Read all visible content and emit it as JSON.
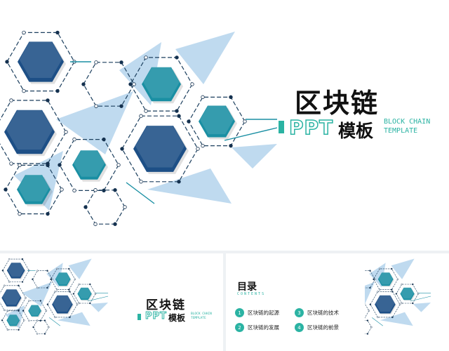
{
  "hero": {
    "title": "区块链",
    "ppt": "PPT",
    "template_cn": "模板",
    "eng_line1": "BLOCK CHAIN",
    "eng_line2": "TEMPLATE"
  },
  "thumb_cover": {
    "title": "区块链",
    "ppt": "PPT",
    "template_cn": "模板",
    "eng_line1": "BLOCK CHAIN",
    "eng_line2": "TEMPLATE"
  },
  "thumb_toc": {
    "title": "目录",
    "subtitle": "CONTENTS",
    "items": [
      {
        "num": "1",
        "label": "区块链的起源"
      },
      {
        "num": "3",
        "label": "区块链的技术"
      },
      {
        "num": "2",
        "label": "区块链的发展"
      },
      {
        "num": "4",
        "label": "区块链的前景"
      }
    ]
  },
  "colors": {
    "accent": "#2bb3a3",
    "hex_dark": "#1d4f86",
    "hex_teal": "#1a8fa3",
    "triangle": "#a9cdea"
  }
}
